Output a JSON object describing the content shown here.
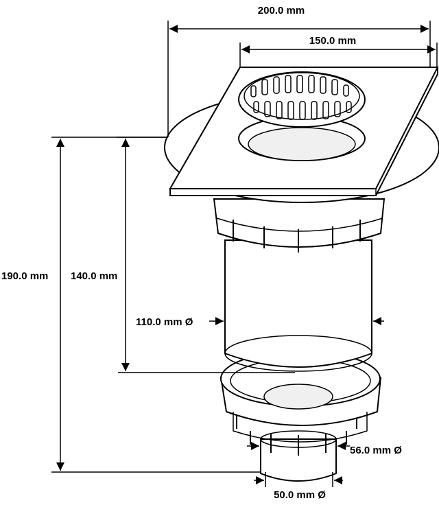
{
  "dimensions": {
    "top_width": "200.0 mm",
    "flange_width": "150.0 mm",
    "total_height": "190.0 mm",
    "body_height": "140.0 mm",
    "pipe_diameter": "110.0 mm Ø",
    "outlet_outer_diameter": "56.0 mm Ø",
    "outlet_inner_diameter": "50.0 mm Ø"
  }
}
